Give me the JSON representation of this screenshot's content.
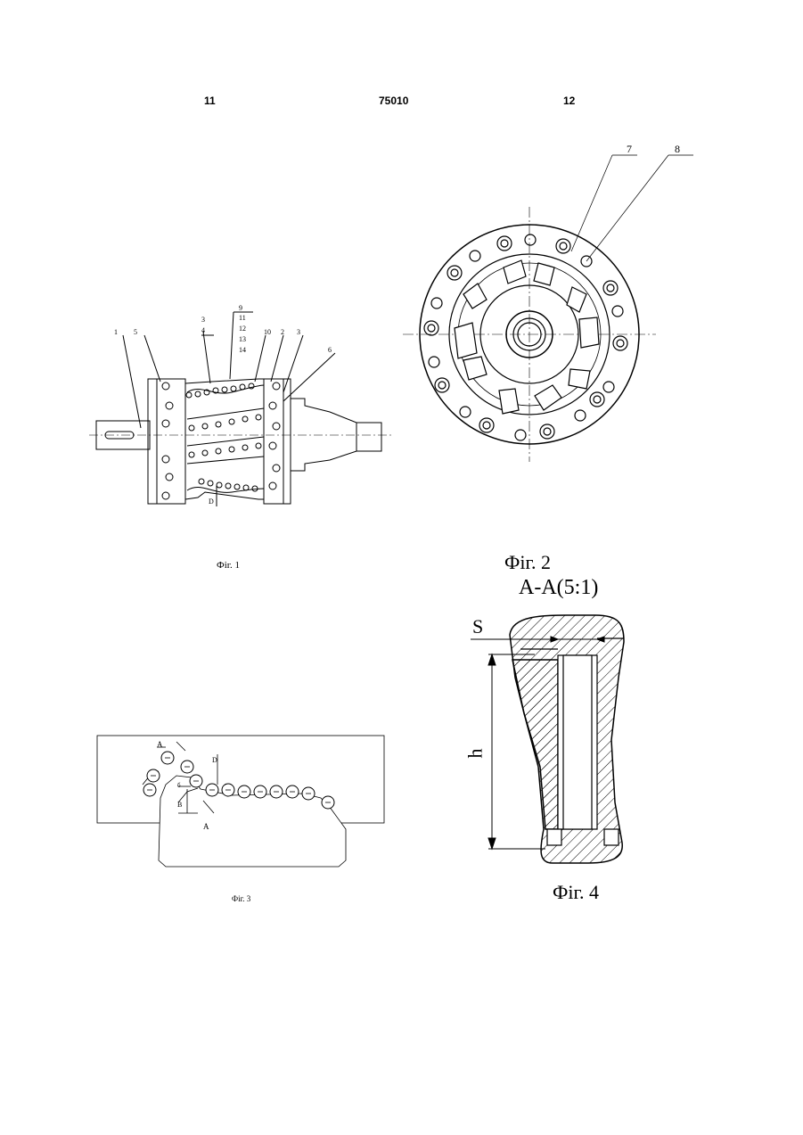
{
  "header": {
    "left_page": "11",
    "patent_number": "75010",
    "right_page": "12"
  },
  "fig1": {
    "caption": "Фіг. 1",
    "labels": [
      "1",
      "5",
      "3",
      "4",
      "9",
      "11",
      "12",
      "13",
      "14",
      "10",
      "2",
      "3",
      "6",
      "D"
    ]
  },
  "fig2": {
    "caption": "Фіг. 2",
    "labels": [
      "7",
      "8"
    ]
  },
  "fig3": {
    "caption": "Фіг. 3",
    "labels": [
      "A",
      "A",
      "D",
      "B",
      "б"
    ]
  },
  "fig4": {
    "section_title": "A-A(5:1)",
    "caption": "Фіг. 4",
    "labels": [
      "S",
      "h"
    ]
  }
}
